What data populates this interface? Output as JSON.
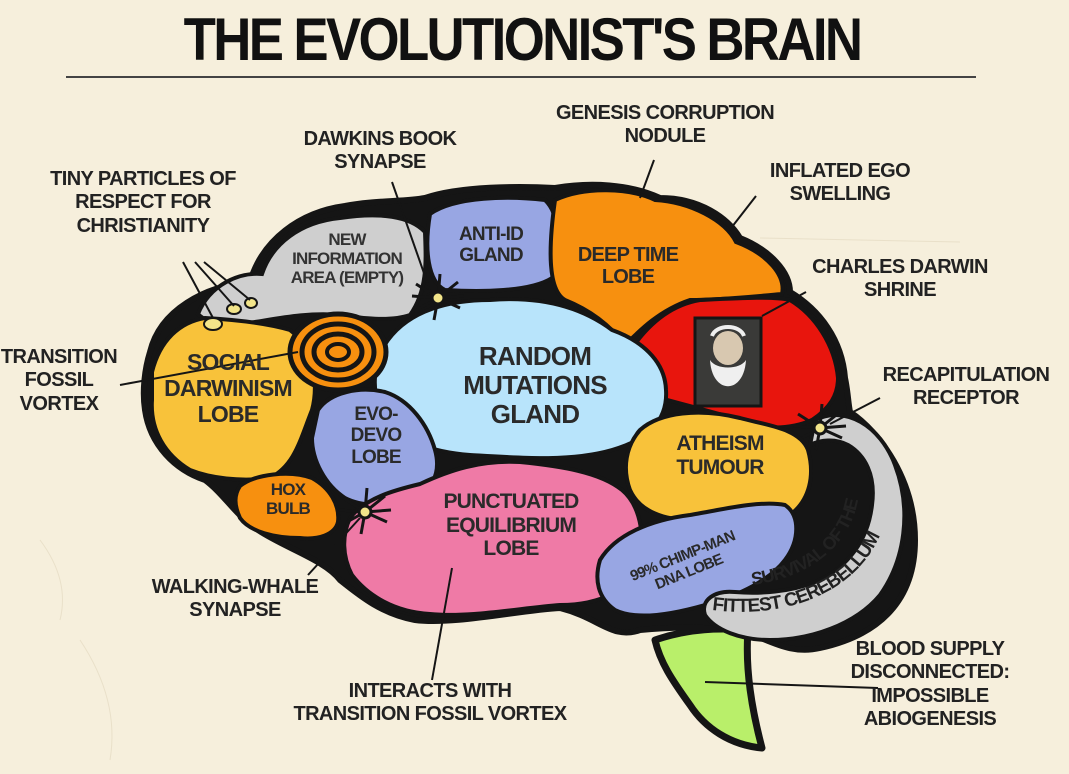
{
  "title": "THE EVOLUTIONIST'S BRAIN",
  "callouts": {
    "genesis": "GENESIS CORRUPTION\nNODULE",
    "dawkins": "DAWKINS BOOK\nSYNAPSE",
    "particles": "TINY PARTICLES OF\nRESPECT FOR\nCHRISTIANITY",
    "ego": "INFLATED EGO\nSWELLING",
    "darwin_shrine": "CHARLES DARWIN\nSHRINE",
    "vortex": "TRANSITION\nFOSSIL\nVORTEX",
    "recap": "RECAPITULATION\nRECEPTOR",
    "whale": "WALKING-WHALE\nSYNAPSE",
    "blood": "BLOOD SUPPLY\nDISCONNECTED:\nIMPOSSIBLE\nABIOGENESIS",
    "interacts": "INTERACTS WITH\nTRANSITION FOSSIL VORTEX"
  },
  "regions": {
    "new_info": "NEW\nINFORMATION\nAREA (EMPTY)",
    "anti_id": "ANTI-ID\nGLAND",
    "deep_time": "DEEP TIME\nLOBE",
    "social": "SOCIAL\nDARWINISM\nLOBE",
    "random": "RANDOM\nMUTATIONS\nGLAND",
    "evo_devo": "EVO-\nDEVO\nLOBE",
    "atheism": "ATHEISM\nTUMOUR",
    "hox": "HOX\nBULB",
    "punctuated": "PUNCTUATED\nEQUILIBRIUM\nLOBE",
    "chimp": "99% CHIMP-MAN\nDNA LOBE",
    "cerebellum_line1": "SURVIVAL OF THE",
    "cerebellum_line2": "FITTEST CEREBELLUM"
  },
  "colors": {
    "background": "#f6efdc",
    "outline": "#151515",
    "grey_lobe": "#cfcfcf",
    "blue_lobe": "#98a6e3",
    "orange_lobe": "#f7900f",
    "red_lobe": "#e8150d",
    "yellow_lobe": "#f8c23a",
    "light_blue": "#b8e4fb",
    "pink_lobe": "#ef7aa6",
    "stem_green": "#b9ef6a"
  },
  "icons": [
    "spiral-vortex-icon",
    "synapse-burst-icon",
    "darwin-portrait-icon"
  ]
}
